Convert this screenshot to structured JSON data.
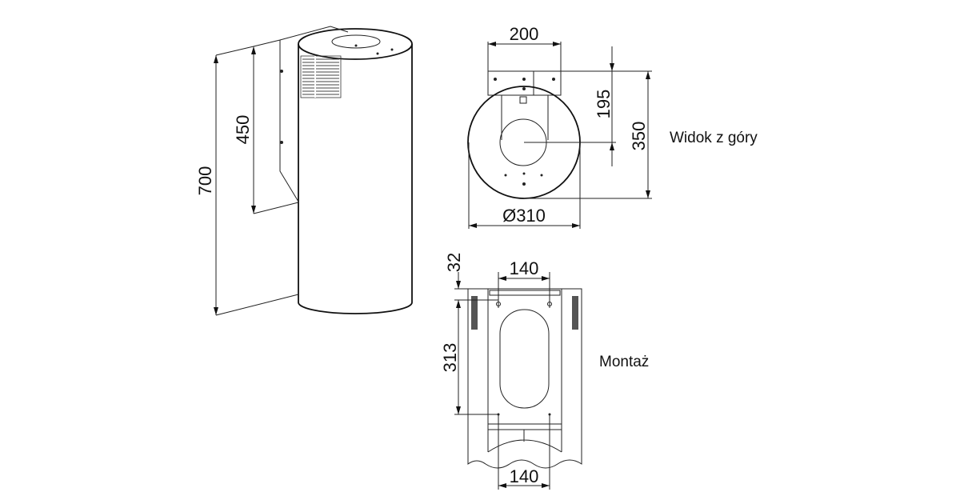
{
  "side_view": {
    "height_total": "700",
    "height_bracket": "450"
  },
  "top_view": {
    "label": "Widok z góry",
    "bracket_width": "200",
    "center_depth": "195",
    "total_depth": "350",
    "diameter": "Ø310"
  },
  "mounting": {
    "label": "Montaż",
    "top_offset": "32",
    "hole_spacing_top": "140",
    "hole_distance": "313",
    "hole_spacing_bottom": "140"
  }
}
